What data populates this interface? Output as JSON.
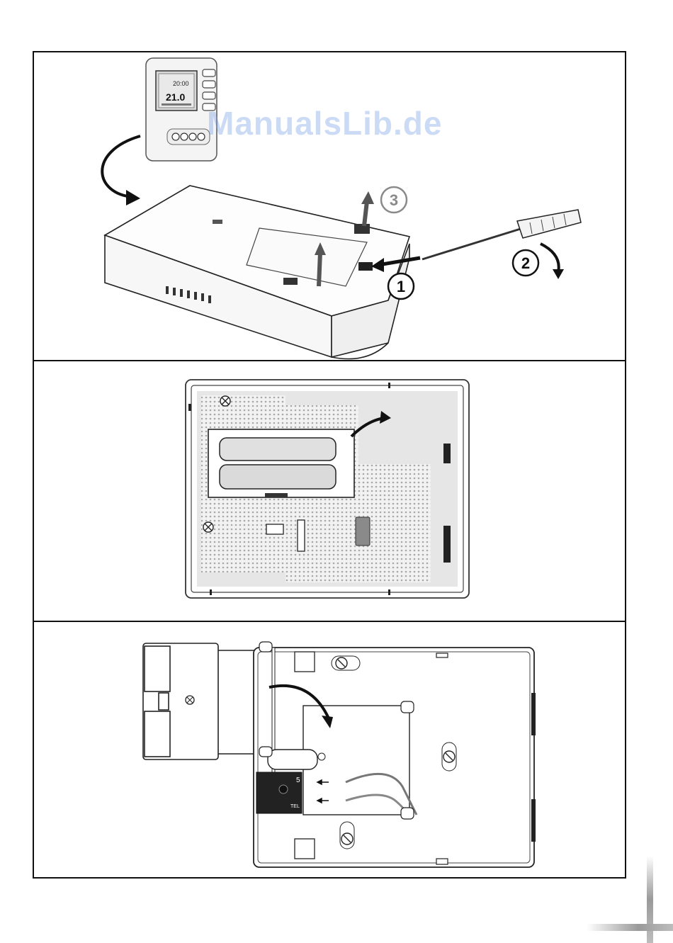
{
  "thermostat": {
    "time": "20:00",
    "temp": "21.0"
  },
  "steps": {
    "step1": "1",
    "step2": "2",
    "step3": "3"
  },
  "terminal": {
    "label_5": "5",
    "label_tel": "TEL"
  },
  "watermark": "ManualsLib.de",
  "colors": {
    "frame": "#111111",
    "stepGray": "#8a8a8a",
    "watermark": "#78a0e6"
  }
}
